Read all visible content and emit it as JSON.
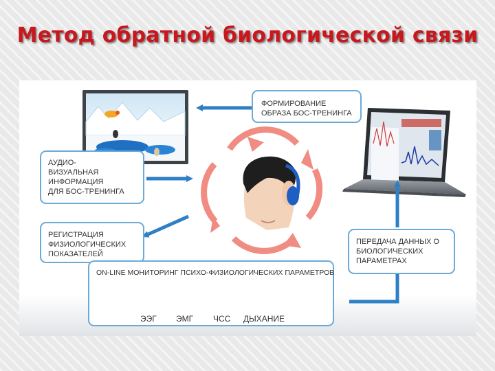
{
  "title": "Метод обратной биологической связи",
  "boxes": {
    "formation": "ФОРМИРОВАНИЕ\nОБРАЗА БОС-ТРЕНИНГА",
    "audio_visual": "АУДИО-\nВИЗУАЛЬНАЯ\nИНФОРМАЦИЯ\nДЛЯ БОС-ТРЕНИНГА",
    "registration": "РЕГИСТРАЦИЯ\nФИЗИОЛОГИЧЕСКИХ\nПОКАЗАТЕЛЕЙ",
    "transfer": "ПЕРЕДАЧА ДАННЫХ О\nБИОЛОГИЧЕСКИХ\nПАРАМЕТРАХ",
    "monitoring_title": "ON-LINE МОНИТОРИНГ ПСИХО-ФИЗИОЛОГИЧЕСКИХ ПАРАМЕТРОВ"
  },
  "sensors": {
    "eeg": "ЭЭГ",
    "emg": "ЭМГ",
    "hr": "ЧСС",
    "breath": "ДЫХАНИЕ"
  },
  "colors": {
    "title": "#c8171d",
    "arrow_blue": "#2f7fc4",
    "cycle": "#f08c82",
    "box_border": "#6aaad8"
  }
}
